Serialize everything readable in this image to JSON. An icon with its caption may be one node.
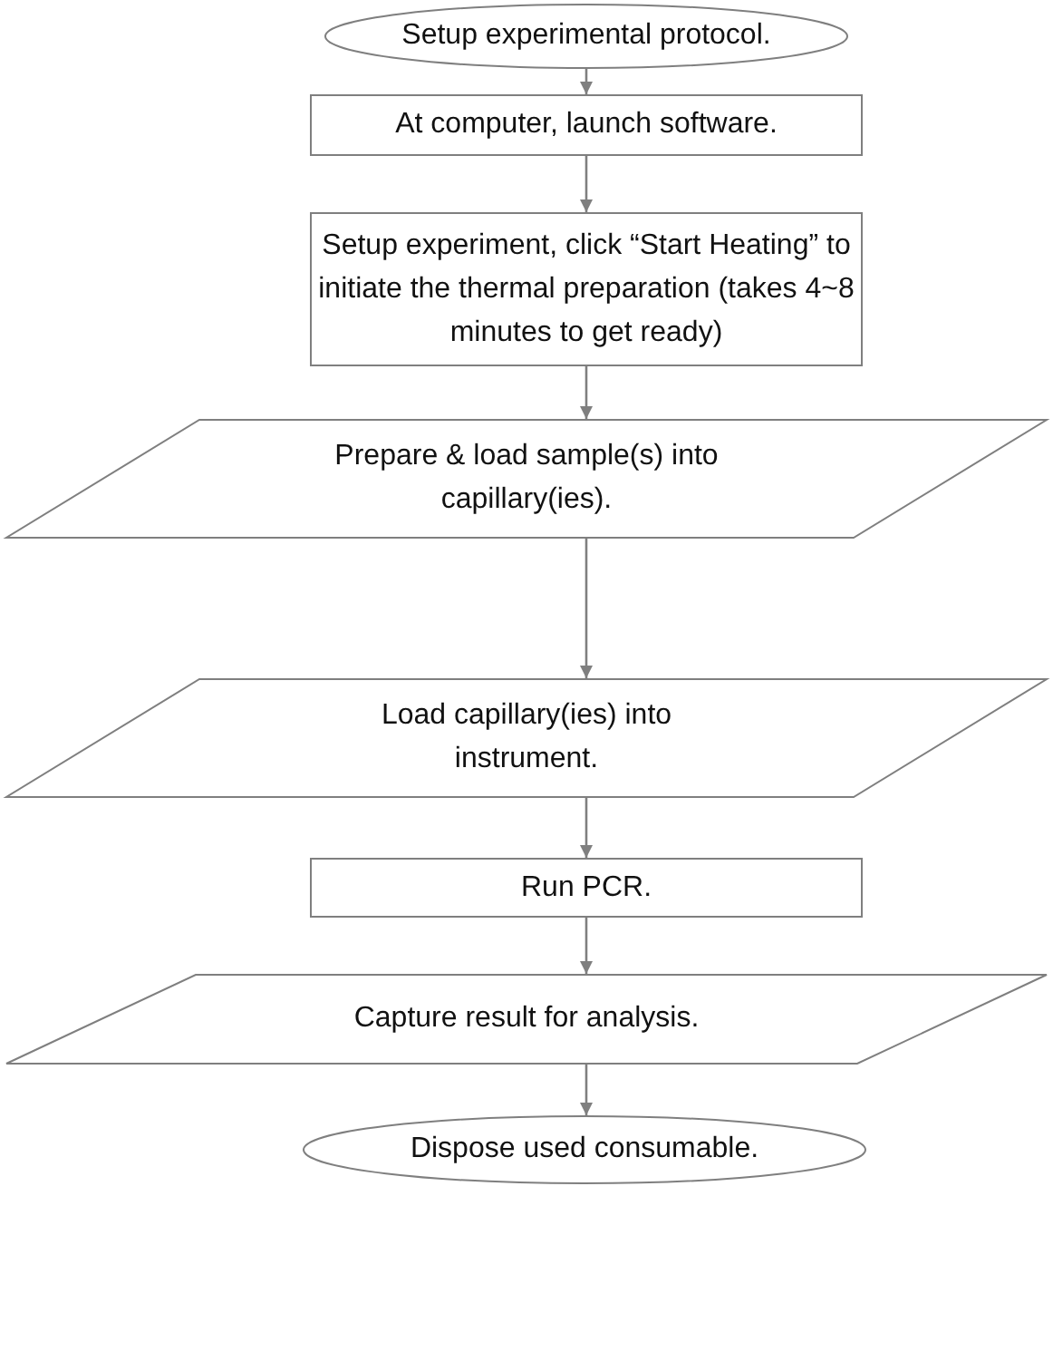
{
  "diagram": {
    "nodes": [
      {
        "text": [
          "Setup experimental protocol."
        ]
      },
      {
        "text": [
          "At computer, launch software."
        ]
      },
      {
        "text": [
          "Setup experiment, click “Start Heating” to initiate the thermal preparation (takes 4~8 minutes to get ready)"
        ]
      },
      {
        "text": [
          "Prepare & load sample(s) into capillary(ies)."
        ]
      },
      {
        "text": [
          "Load capillary(ies) into instrument."
        ]
      },
      {
        "text": [
          "Run PCR."
        ]
      },
      {
        "text": [
          "Capture result for analysis."
        ]
      },
      {
        "text": [
          "Dispose used consumable."
        ]
      }
    ],
    "edges": [
      {
        "from": 0,
        "to": 1,
        "arrow": "to"
      },
      {
        "from": 1,
        "to": 2,
        "arrow": "to"
      },
      {
        "from": 2,
        "to": 3,
        "arrow": "to"
      },
      {
        "from": 3,
        "to": 4,
        "arrow": "to"
      },
      {
        "from": 4,
        "to": 5,
        "arrow": "to"
      },
      {
        "from": 5,
        "to": 6,
        "arrow": "to"
      },
      {
        "from": 6,
        "to": 7,
        "arrow": "to"
      }
    ]
  }
}
